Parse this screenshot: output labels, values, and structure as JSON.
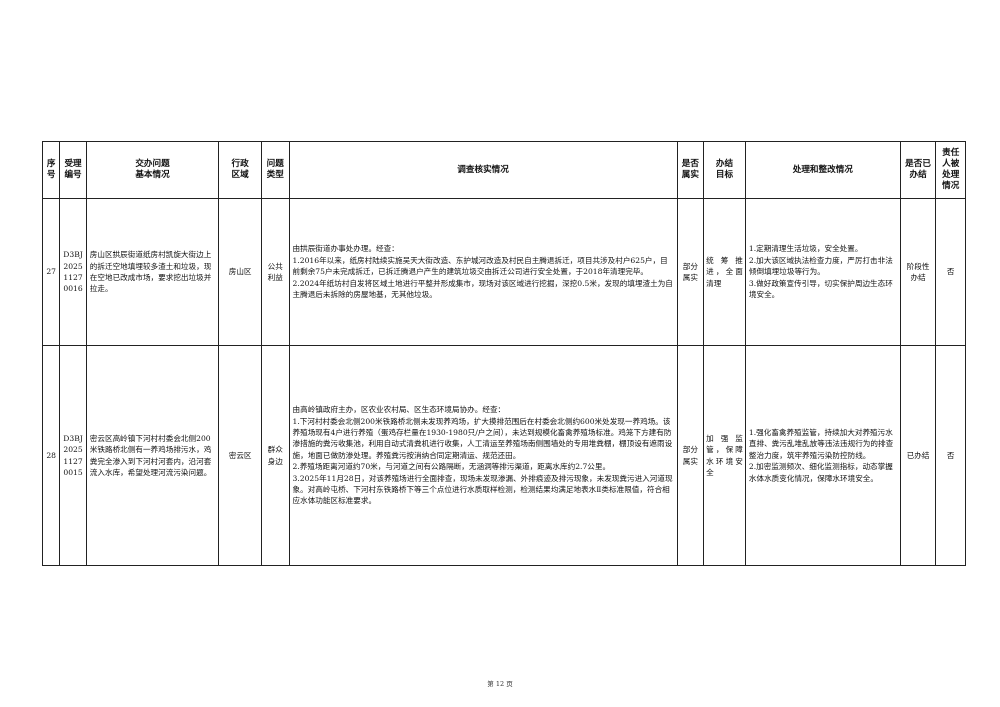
{
  "table": {
    "headers": {
      "seq": "序\n号",
      "accept_no": "受理\n编号",
      "issue": "交办问题\n基本情况",
      "district": "行政\n区域",
      "issue_type": "问题\n类型",
      "investigation": "调查核实情况",
      "is_true": "是否\n属实",
      "target": "办结\n目标",
      "handling": "处理和整改情况",
      "completed": "是否已\n办结",
      "accountability": "责任\n人被\n处理\n情况"
    },
    "rows": [
      {
        "seq": "27",
        "accept_no": "D3BJ\n2025\n1127\n0016",
        "issue": "房山区拱辰街道纸房村凯旋大街边上的拆迁空地填埋较多渣土和垃圾，现在空地已改成市场，要求挖出垃圾并拉走。",
        "district": "房山区",
        "issue_type": "公共\n利益",
        "investigation": "由拱辰街道办事处办理。经查：\n1.2016年以来，纸房村陆续实施吴天大街改造、东护城河改造及村民自主腾退拆迁，项目共涉及村户625户，目前剩余75户未完成拆迁，已拆迁腾退户产生的建筑垃圾交由拆迁公司进行安全处置，于2018年清理完毕。\n2.2024年纸坊村自发将区域土地进行平整并形成集市，现场对该区域进行挖掘，深挖0.5米，发现的填埋渣土为自主腾退后未拆除的房屋地基，无其他垃圾。",
        "is_true": "部分\n属实",
        "target": "统筹推进，全面清理",
        "handling": "1.定期清理生活垃圾，安全处置。\n2.加大该区域执法检查力度，严厉打击非法倾倒填埋垃圾等行为。\n3.做好政策宣传引导，切实保护周边生态环境安全。",
        "completed": "阶段性\n办结",
        "accountability": "否"
      },
      {
        "seq": "28",
        "accept_no": "D3BJ\n2025\n1127\n0015",
        "issue": "密云区高岭镇下河村村委会北侧200米铁路桥北侧有一养鸡场排污水，鸡粪完全渗入到下河村河套内，沿河套流入水库，希望处理河流污染问题。",
        "district": "密云区",
        "issue_type": "群众\n身边",
        "investigation": "由高岭镇政府主办，区农业农村局、区生态环境局协办。经查：\n1.下河村村委会北侧200米铁路桥北侧未发现养鸡场，扩大摸排范围后在村委会北侧约600米处发现一养鸡场。该养殖场现有4户进行养殖（蛋鸡存栏量在1930-1980只/户之间），未达到规模化畜禽养殖场标准。鸡笼下方建有防渗措施的粪污收集池，利用自动式清粪机进行收集，人工清运至养殖场南侧围墙处的专用堆粪棚，棚顶设有遮雨设施，地面已做防渗处理。养殖粪污按消纳合同定期清运、规范还田。\n2.养殖场距离河道约70米，与河道之间有公路隔断，无涵洞等排污渠道，距离水库约2.7公里。\n3.2025年11月28日，对该养殖场进行全面排查，现场未发现渗漏、外排痕迹及排污现象，未发现粪污进入河道现象。对高岭屯桥、下河村东铁路桥下等三个点位进行水质取样检测，检测结果均满足地表水Ⅱ类标准限值，符合相应水体功能区标准要求。",
        "is_true": "部分\n属实",
        "target": "加强监管，保障水环境安全",
        "handling": "1.强化畜禽养殖监管，持续加大对养殖污水直排、粪污乱堆乱放等违法违规行为的排查整治力度，筑牢养殖污染防控防线。\n2.加密监测频次、细化监测指标，动态掌握水体水质变化情况，保障水环境安全。",
        "completed": "已办结",
        "accountability": "否"
      }
    ]
  },
  "footer": {
    "page_number": "第 12 页"
  }
}
